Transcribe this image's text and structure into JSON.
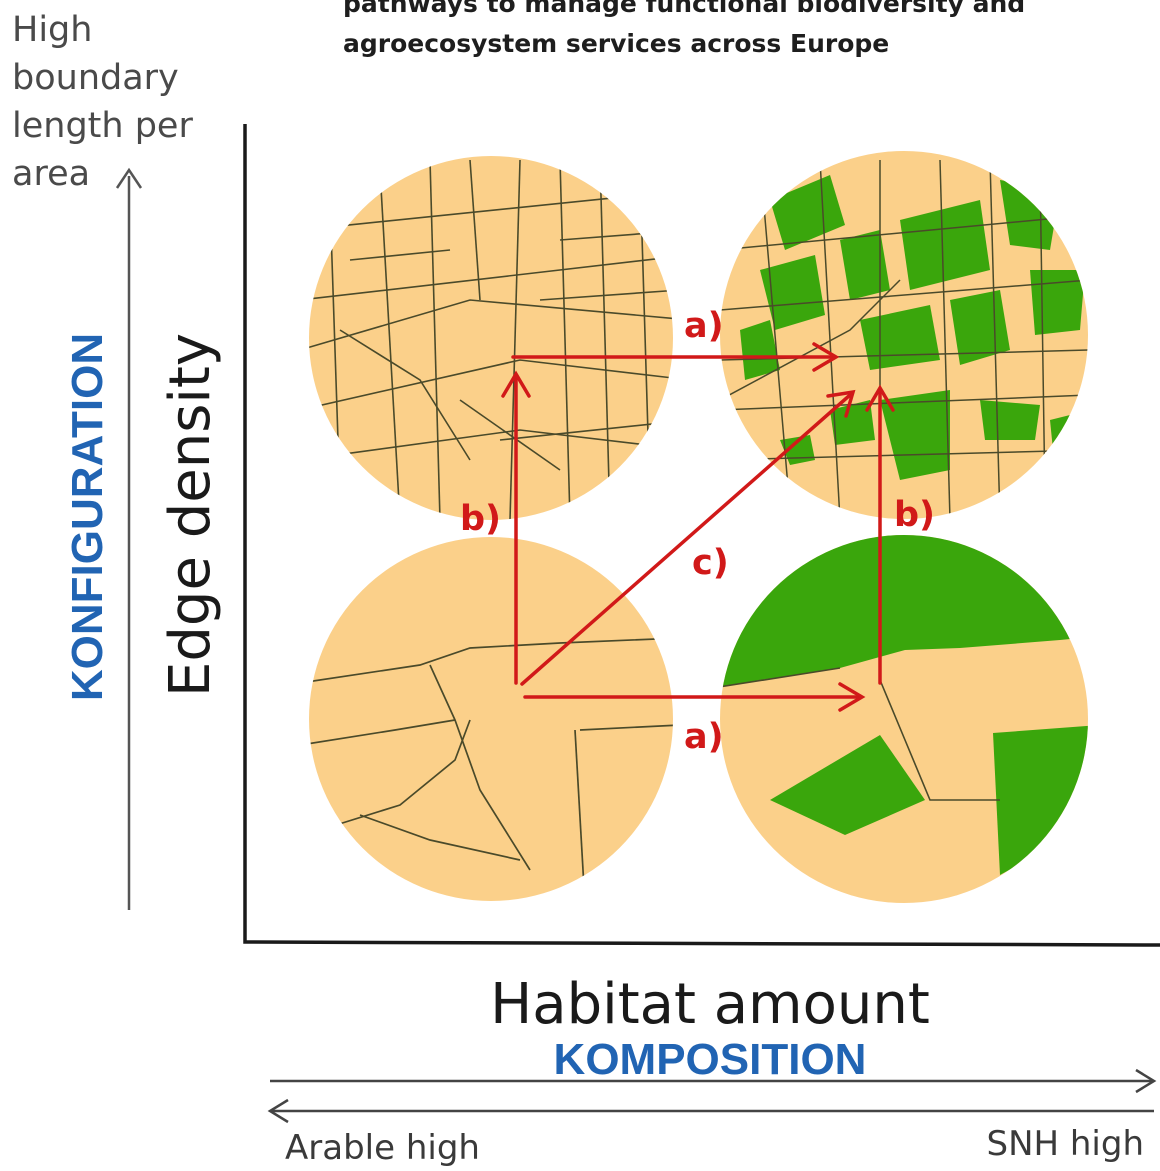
{
  "header": {
    "title": "pathways to manage functional biodiversity and\nagroecosystem services across Europe"
  },
  "y_axis": {
    "top_label": "High\nboundary\nlength per\narea",
    "label": "Edge density",
    "component": "KONFIGURATION"
  },
  "x_axis": {
    "label": "Habitat amount",
    "component": "KOMPOSITION",
    "left_end": "Arable high",
    "right_end": "SNH high"
  },
  "pathways": {
    "a": "a)",
    "b": "b)",
    "c": "c)"
  },
  "colors": {
    "field": "#fbd08a",
    "habitat": "#3aa60c",
    "boundary": "#4a4a2a",
    "arrow": "#d11919",
    "component_text": "#2164b3"
  }
}
